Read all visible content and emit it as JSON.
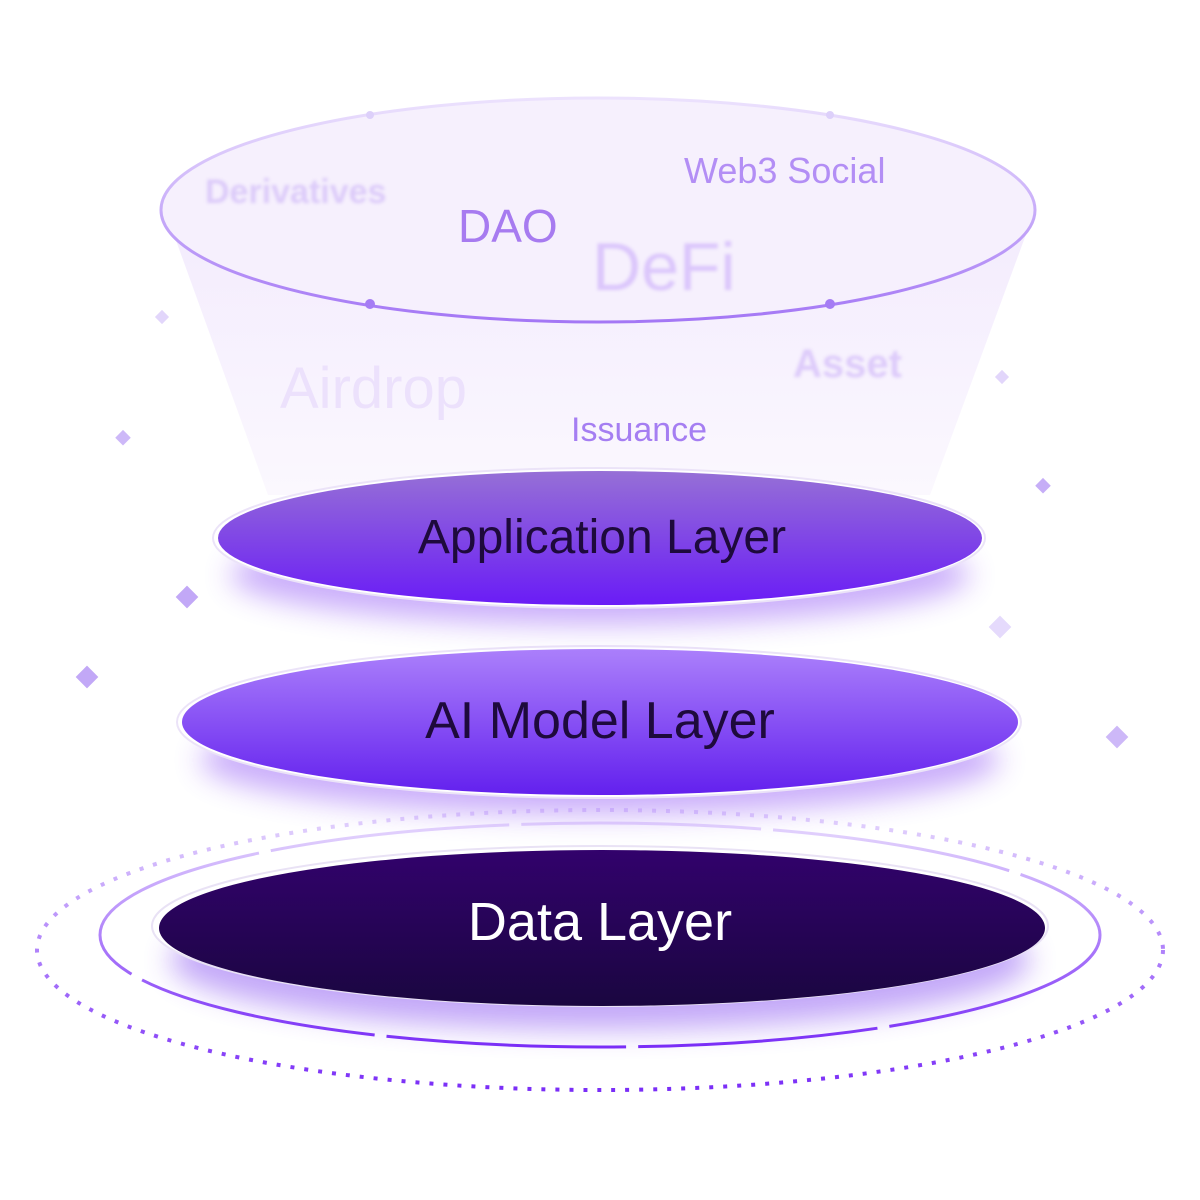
{
  "layers": {
    "application": "Application Layer",
    "ai_model": "AI Model Layer",
    "data": "Data Layer"
  },
  "use_cases": {
    "derivatives": "Derivatives",
    "dao": "DAO",
    "web3_social": "Web3 Social",
    "defi": "DeFi",
    "airdrop": "Airdrop",
    "asset": "Asset",
    "issuance": "Issuance"
  },
  "colors": {
    "accent": "#7b2ff7",
    "data_layer": "#240656",
    "light_text": "#a77bf0"
  }
}
